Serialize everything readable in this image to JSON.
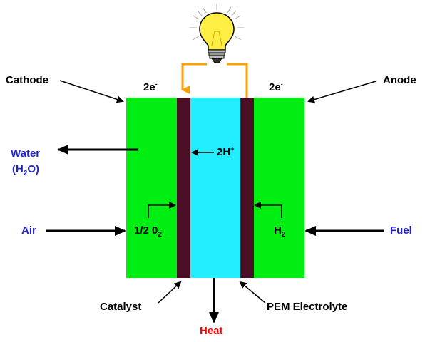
{
  "colors": {
    "electrode": "#00ee11",
    "electrolyte": "#22eeff",
    "catalyst": "#4a0f24",
    "wire": "#ffa000",
    "bulb": "#ffee44",
    "label_blue": "#2222cc",
    "label_red": "#ff0000"
  },
  "labels": {
    "cathode": "Cathode",
    "anode": "Anode",
    "electrons_left": {
      "base": "2e",
      "sup": "-"
    },
    "electrons_right": {
      "base": "2e",
      "sup": "-"
    },
    "water": {
      "line1": "Water",
      "line2_open": "(H",
      "line2_sub": "2",
      "line2_close": "O)"
    },
    "protons": {
      "base": "2H",
      "sup": "+"
    },
    "air": "Air",
    "oxygen": {
      "base": "1/2 0",
      "sub": "2"
    },
    "hydrogen": {
      "base": "H",
      "sub": "2"
    },
    "fuel": "Fuel",
    "catalyst": "Catalyst",
    "pem": "PEM Electrolyte",
    "heat": "Heat"
  },
  "icons": {
    "bulb": "light-bulb-icon"
  }
}
